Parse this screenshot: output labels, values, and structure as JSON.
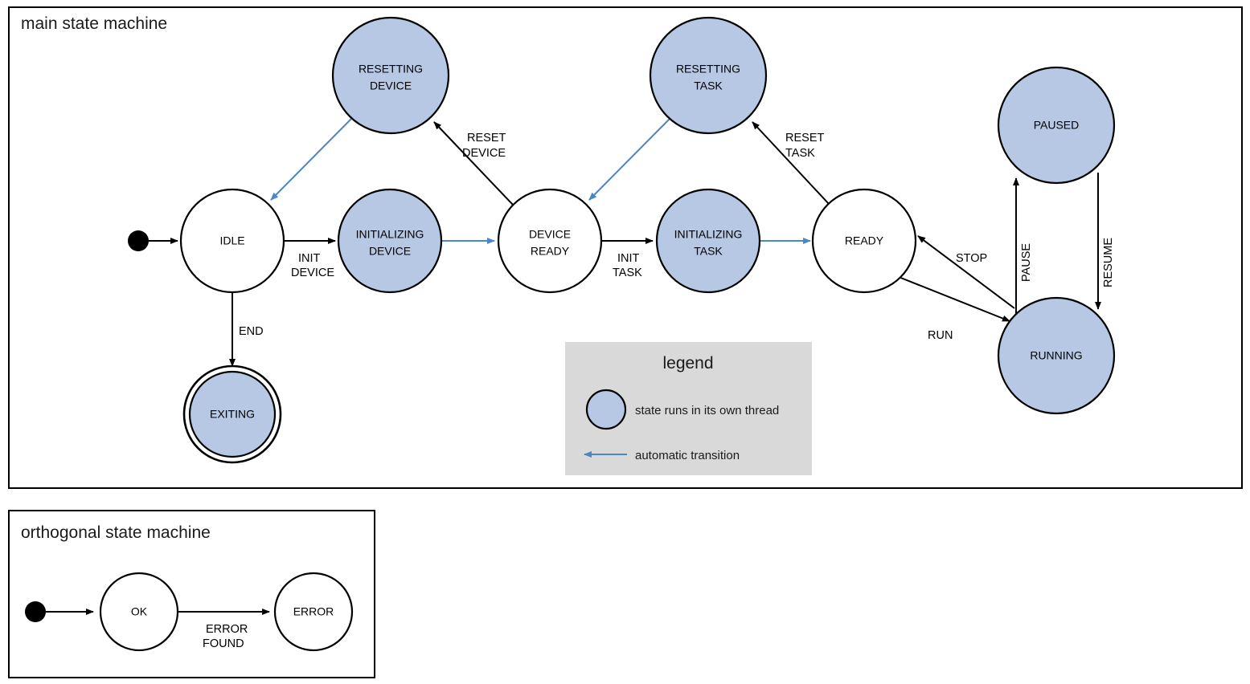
{
  "diagram": {
    "type": "state-machine",
    "colors": {
      "thread_state_fill": "#b6c8e4",
      "plain_state_fill": "#ffffff",
      "edge": "#000000",
      "auto_edge": "#4d86c4",
      "legend_bg": "#d9d9d9",
      "frame_stroke": "#000000"
    }
  },
  "main": {
    "title": "main state machine",
    "states": {
      "idle": "IDLE",
      "resetting_device": [
        "RESETTING",
        "DEVICE"
      ],
      "initializing_device": [
        "INITIALIZING",
        "DEVICE"
      ],
      "device_ready": [
        "DEVICE",
        "READY"
      ],
      "resetting_task": [
        "RESETTING",
        "TASK"
      ],
      "initializing_task": [
        "INITIALIZING",
        "TASK"
      ],
      "ready": "READY",
      "paused": "PAUSED",
      "running": "RUNNING",
      "exiting": "EXITING"
    },
    "transitions": {
      "init_device": [
        "INIT",
        "DEVICE"
      ],
      "reset_device": [
        "RESET",
        "DEVICE"
      ],
      "init_task": [
        "INIT",
        "TASK"
      ],
      "reset_task": [
        "RESET",
        "TASK"
      ],
      "end": "END",
      "stop": "STOP",
      "run": "RUN",
      "pause": "PAUSE",
      "resume": "RESUME"
    }
  },
  "legend": {
    "title": "legend",
    "items": [
      {
        "symbol": "blue-circle",
        "text": "state runs in its own thread"
      },
      {
        "symbol": "blue-arrow-left",
        "text": "automatic transition"
      }
    ]
  },
  "orthogonal": {
    "title": "orthogonal state machine",
    "states": {
      "ok": "OK",
      "error": "ERROR"
    },
    "transitions": {
      "error_found": [
        "ERROR",
        "FOUND"
      ]
    }
  }
}
